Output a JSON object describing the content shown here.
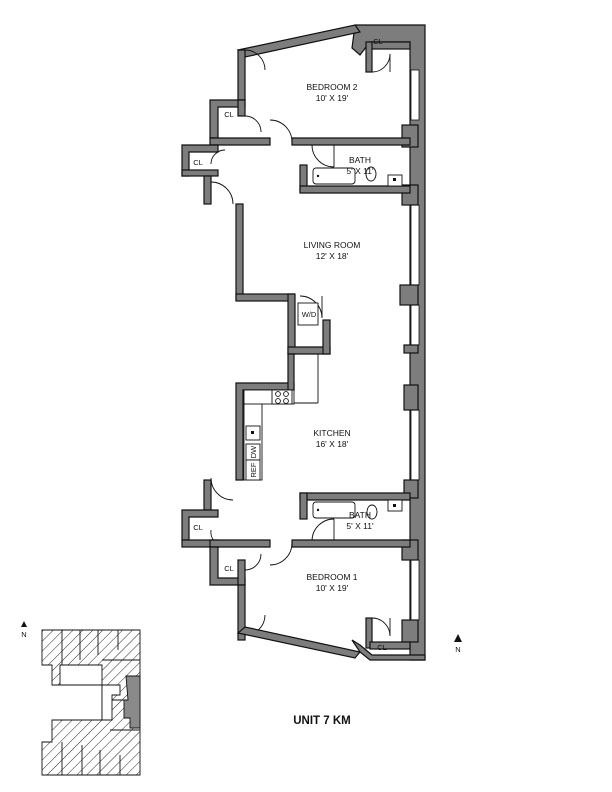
{
  "rooms": {
    "bedroom2": {
      "name": "BEDROOM 2",
      "size": "10' X 19'"
    },
    "bath_top": {
      "name": "BATH",
      "size": "5' X 11'"
    },
    "living": {
      "name": "LIVING ROOM",
      "size": "12' X 18'"
    },
    "kitchen": {
      "name": "KITCHEN",
      "size": "16' X 18'"
    },
    "bath_bottom": {
      "name": "BATH",
      "size": "5' X 11'"
    },
    "bedroom1": {
      "name": "BEDROOM 1",
      "size": "10' X 19'"
    }
  },
  "closets": {
    "label": "CL"
  },
  "appliances": {
    "washer_dryer": "W/D",
    "dishwasher": "DW",
    "refrigerator": "REF"
  },
  "north": {
    "label": "N"
  },
  "unit": {
    "label": "UNIT 7 KM"
  },
  "colors": {
    "wall": "#7d7d7d",
    "highlight": "#8a8a8a",
    "line": "#111111"
  }
}
